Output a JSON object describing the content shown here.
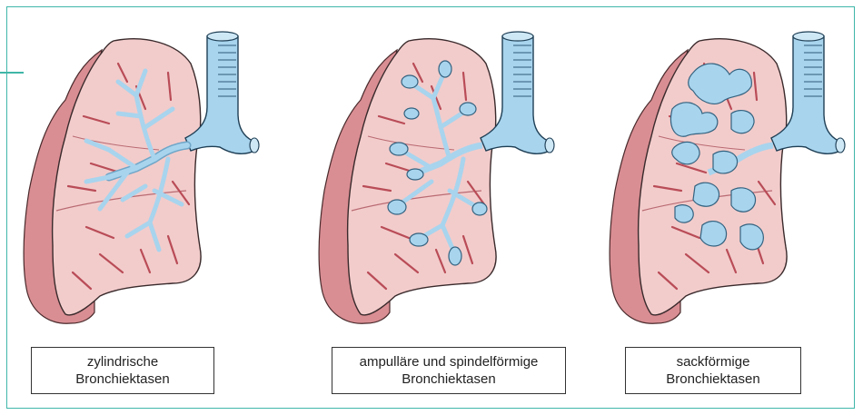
{
  "panels": [
    {
      "line1": "zylindrische",
      "line2": "Bronchiektasen"
    },
    {
      "line1": "ampulläre und spindelförmige",
      "line2": "Bronchiektasen"
    },
    {
      "line1": "sackförmige",
      "line2": "Bronchiektasen"
    }
  ],
  "colors": {
    "frame": "#3fb6a8",
    "lung_fill": "#f2cccb",
    "lung_edge": "#c96a6f",
    "bronchus": "#a8d4ee",
    "vessel": "#b94c57"
  }
}
